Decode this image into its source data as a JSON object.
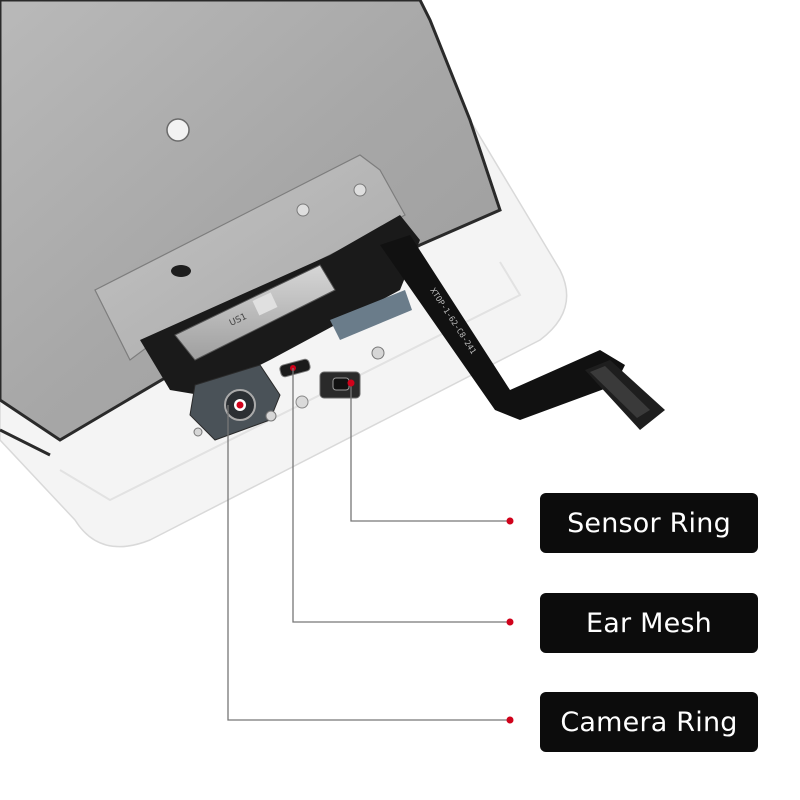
{
  "callouts": [
    {
      "id": "sensor",
      "label": "Sensor Ring"
    },
    {
      "id": "ear",
      "label": "Ear Mesh"
    },
    {
      "id": "camera",
      "label": "Camera Ring"
    }
  ],
  "flex_cable_text": "XTOP-1-62-C8-241",
  "shield_text": "US1",
  "colors": {
    "label_bg": "#0c0c0c",
    "label_text": "#ffffff",
    "callout_dot": "#d0021b",
    "callout_line": "#777777"
  }
}
